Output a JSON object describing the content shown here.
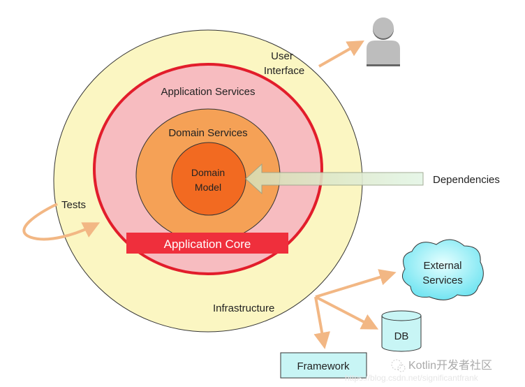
{
  "labels": {
    "user_interface_line1": "User",
    "user_interface_line2": "Interface",
    "application_services": "Application Services",
    "domain_services": "Domain Services",
    "domain_model_line1": "Domain",
    "domain_model_line2": "Model",
    "application_core": "Application Core",
    "dependencies": "Dependencies",
    "tests": "Tests",
    "infrastructure": "Infrastructure",
    "external_services_line1": "External",
    "external_services_line2": "Services",
    "db": "DB",
    "framework": "Framework"
  },
  "watermark": {
    "line1": "Kotlin开发者社区",
    "line2": "https://blog.csdn.net/significantfrank"
  },
  "icons": [
    "user-icon",
    "wechat-icon"
  ],
  "colors": {
    "outer": "#fbf6c2",
    "app_services": "#f7bcc0",
    "app_ring": "#e21d2b",
    "domain_services": "#f5a156",
    "domain_model": "#f26a21",
    "app_core_bar": "#ef2f3c",
    "arrow": "#f2b784",
    "cyan": "#c8f5f5"
  }
}
